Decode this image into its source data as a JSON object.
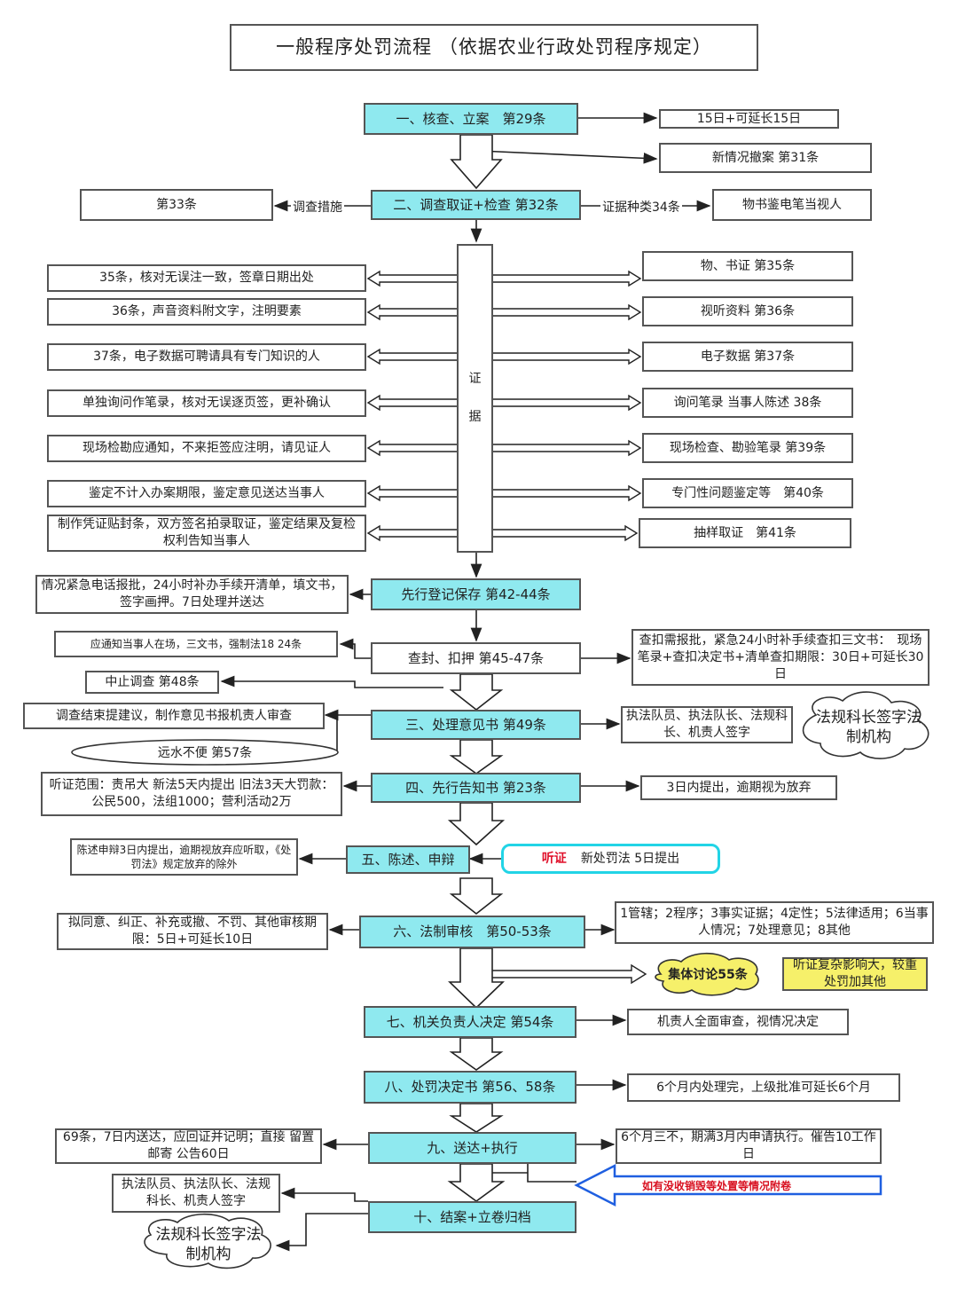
{
  "title": "一般程序处罚流程 （依据农业行政处罚程序规定）",
  "steps": {
    "s1": "一、核查、立案　第29条",
    "s2": "二、调查取证+检查 第32条",
    "s_pre": "先行登记保存 第42-44条",
    "s_seal": "查封、扣押 第45-47条",
    "s3": "三、处理意见书 第49条",
    "s4": "四、先行告知书 第23条",
    "s5": "五、陈述、申辩",
    "s6": "六、法制审核　第50-53条",
    "s7": "七、机关负责人决定 第54条",
    "s8": "八、处罚决定书 第56、58条",
    "s9": "九、送达+执行",
    "s10": "十、结案+立卷归档"
  },
  "side": {
    "r1": "15日+可延长15日",
    "r2": "新情况撤案 第31条",
    "l_33": "第33条",
    "lbl_measures": "调查措施",
    "lbl_evidence_types": "证据种类34条",
    "r_evidence_types": "物书鉴电笔当视人",
    "evidence_column": [
      "证",
      "据"
    ],
    "ev_left": [
      "35条，核对无误注一致，签章日期出处",
      "36条，声音资料附文字，注明要素",
      "37条，电子数据可聘请具有专门知识的人",
      "单独询问作笔录，核对无误逐页签，更补确认",
      "现场检勘应通知，不来拒签应注明，请见证人",
      "鉴定不计入办案期限，鉴定意见送达当事人",
      "制作凭证贴封条，双方签名拍录取证，鉴定结果及复检权利告知当事人"
    ],
    "ev_right": [
      "物、书证 第35条",
      "视听资料 第36条",
      "电子数据 第37条",
      "询问笔录 当事人陈述 38条",
      "现场检查、勘验笔录 第39条",
      "专门性问题鉴定等　第40条",
      "抽样取证　第41条"
    ],
    "pre_left": "情况紧急电话报批，24小时补办手续开清单，填文书，签字画押。7日处理并送达",
    "seal_left": "应通知当事人在场，三文书，强制法18 24条",
    "seal_right": "查扣需报批，紧急24小时补手续查扣三文书：　现场笔录+查扣决定书+清单查扣期限：30日+可延长30日",
    "stop": "中止调查 第48条",
    "s3_left": "调查结束提建议，制作意见书报机责人审查",
    "cloud_57": "远水不便 第57条",
    "s3_right": "执法队员、执法队长、法规科长、机责人签字",
    "cloud_sign": "法规科长签字法制机构",
    "s4_left": "听证范围：责吊大 新法5天内提出 旧法3天大罚款：公民500，法组1000；营利活动2万",
    "s4_right": "3日内提出，逾期视为放弃",
    "s5_left": "陈述申辩3日内提出，逾期视放弃应听取，《处罚法》规定放弃的除外",
    "hearing_red": "听证",
    "hearing_rest": "新处罚法 5日提出",
    "s6_left": "拟同意、纠正、补充或撤、不罚、其他审核期限：5日+可延长10日",
    "s6_right": "1管辖；2程序；3事实证据；4定性；5法律适用；6当事人情况；7处理意见；8其他",
    "collective": "集体讨论55条",
    "hearing_complex": "听证复杂影响大，较重处罚加其他",
    "s7_right": "机责人全面审查，视情况决定",
    "s8_right": "6个月内处理完，上级批准可延长6个月",
    "s9_left": "69条，7日内送达，应回证并记明；直接 留置 邮寄 公告60日",
    "s9_right": "6个月三不，期满3月内申请执行。催告10工作日",
    "confiscate_note": "如有没收销毁等处置等情况附卷",
    "s10_left": "执法队员、执法队长、法规科长、机责人签字",
    "cloud_final": "法规科长签字法制机构"
  }
}
